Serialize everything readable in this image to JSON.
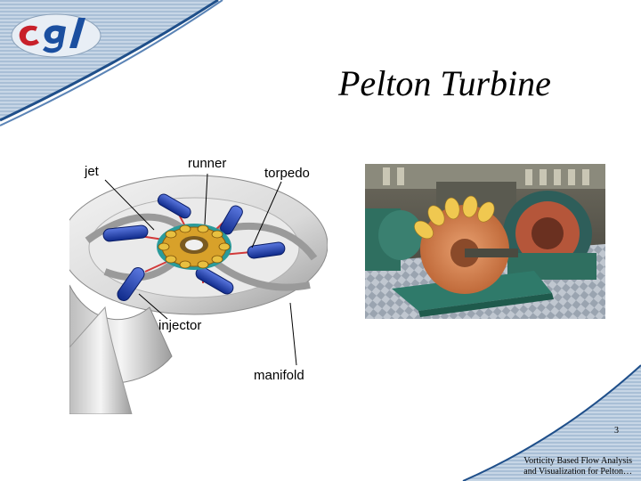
{
  "slide": {
    "title": "Pelton Turbine",
    "logo_text": "cgl",
    "left_figure": {
      "labels": {
        "jet": "jet",
        "runner": "runner",
        "torpedo": "torpedo",
        "injector": "injector",
        "manifold": "manifold"
      }
    },
    "page_number": "3",
    "footer": {
      "line1": "Vorticity Based Flow Analysis",
      "line2": "and Visualization for Pelton…"
    }
  },
  "colors": {
    "background_stripes": "#a9bfd6",
    "band_dark": "#1f4f8a",
    "logo_red": "#c8202a",
    "logo_blue": "#1b4fa0",
    "injector_blue": "#1e3fb0",
    "runner_gold": "#d8a12a"
  }
}
